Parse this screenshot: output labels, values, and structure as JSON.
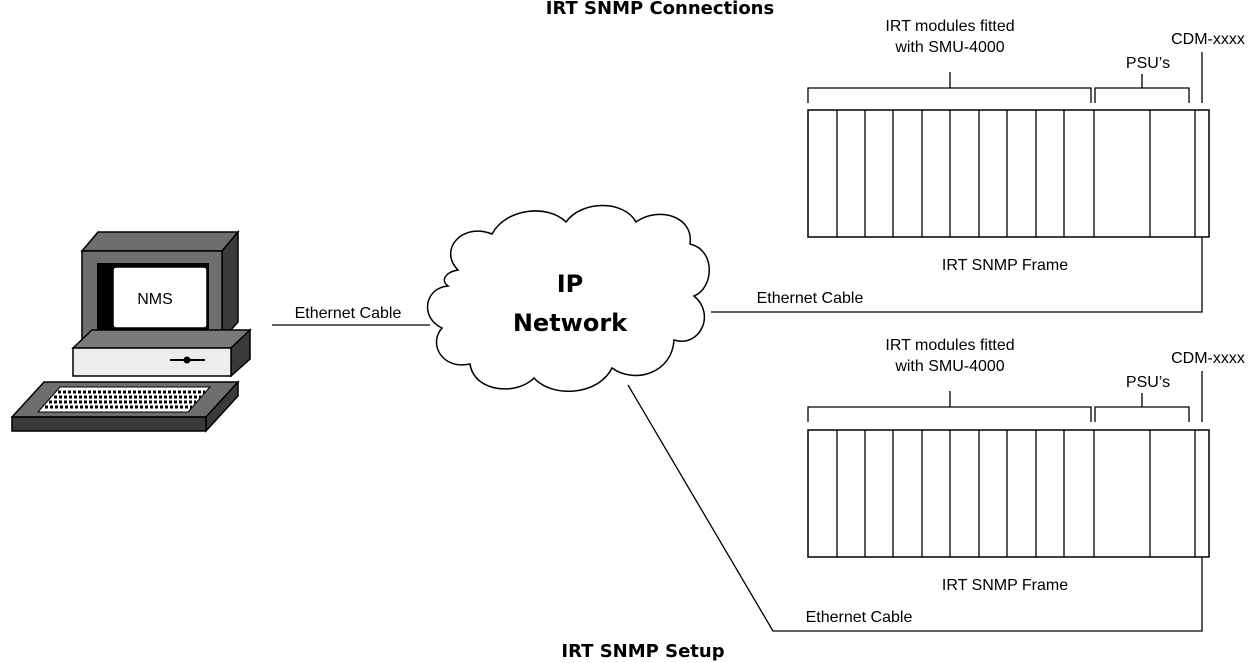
{
  "top_title": "IRT SNMP Connections",
  "bottom_title": "IRT SNMP Setup",
  "computer": {
    "screen_label": "NMS"
  },
  "network": {
    "line1": "IP",
    "line2": "Network"
  },
  "cables": {
    "left": "Ethernet Cable",
    "top_frame": "Ethernet Cable",
    "bottom_frame": "Ethernet Cable"
  },
  "frames": [
    {
      "modules_label_line1": "IRT modules fitted",
      "modules_label_line2": "with SMU-4000",
      "psu_label": "PSU’s",
      "cdm_label": "CDM-xxxx",
      "frame_label": "IRT SNMP Frame"
    },
    {
      "modules_label_line1": "IRT modules fitted",
      "modules_label_line2": "with SMU-4000",
      "psu_label": "PSU’s",
      "cdm_label": "CDM-xxxx",
      "frame_label": "IRT SNMP Frame"
    }
  ]
}
